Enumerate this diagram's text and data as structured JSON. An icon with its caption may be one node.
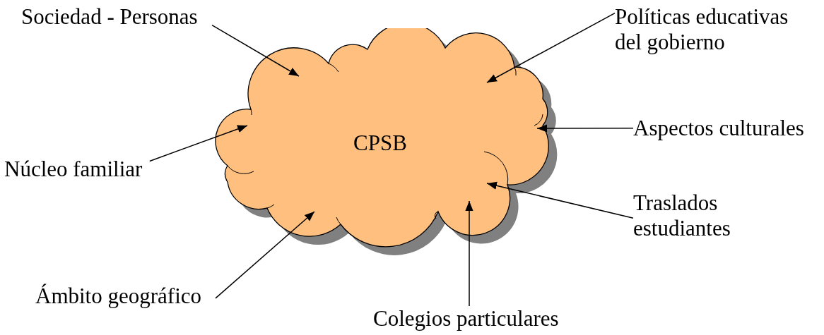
{
  "diagram": {
    "nodes": [
      {
        "text": [
          "CPSB"
        ]
      },
      {
        "text": [
          "Sociedad - Personas"
        ]
      },
      {
        "text": [
          "Políticas educativas del gobierno"
        ]
      },
      {
        "text": [
          "Aspectos culturales"
        ]
      },
      {
        "text": [
          "Traslados estudiantes"
        ]
      },
      {
        "text": [
          "Colegios particulares"
        ]
      },
      {
        "text": [
          "Ámbito geográfico"
        ]
      },
      {
        "text": [
          "Núcleo familiar"
        ]
      }
    ],
    "edges": [
      {
        "from": 1,
        "to": 0,
        "arrow": "to"
      },
      {
        "from": 2,
        "to": 0,
        "arrow": "to"
      },
      {
        "from": 3,
        "to": 0,
        "arrow": "to"
      },
      {
        "from": 4,
        "to": 0,
        "arrow": "to"
      },
      {
        "from": 5,
        "to": 0,
        "arrow": "to"
      },
      {
        "from": 6,
        "to": 0,
        "arrow": "to"
      },
      {
        "from": 7,
        "to": 0,
        "arrow": "to"
      }
    ]
  }
}
